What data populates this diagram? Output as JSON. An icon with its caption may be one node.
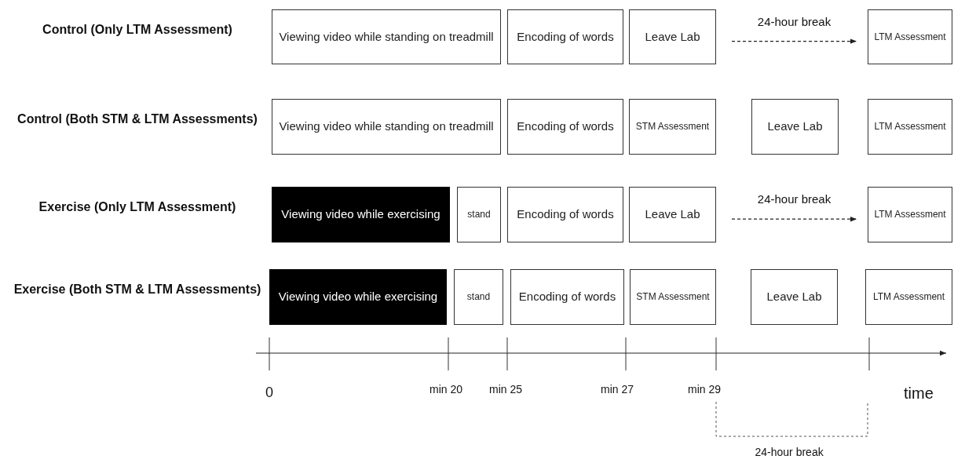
{
  "diagram": {
    "nodes": [
      {
        "text": [
          "Viewing video while standing on treadmill"
        ]
      },
      {
        "text": [
          "Encoding of words"
        ]
      },
      {
        "text": [
          "Leave Lab"
        ]
      },
      {
        "text": [
          "LTM Assessment"
        ]
      },
      {
        "text": [
          "Viewing video while standing on treadmill"
        ]
      },
      {
        "text": [
          "Encoding of words"
        ]
      },
      {
        "text": [
          "STM Assessment"
        ]
      },
      {
        "text": [
          "Leave Lab"
        ]
      },
      {
        "text": [
          "LTM Assessment"
        ]
      },
      {
        "text": [
          "Viewing video while exercising"
        ]
      },
      {
        "text": [
          "stand"
        ]
      },
      {
        "text": [
          "Encoding of words"
        ]
      },
      {
        "text": [
          "Leave Lab"
        ]
      },
      {
        "text": [
          "LTM Assessment"
        ]
      },
      {
        "text": [
          "Viewing video while exercising"
        ]
      },
      {
        "text": [
          "stand"
        ]
      },
      {
        "text": [
          "Encoding of words"
        ]
      },
      {
        "text": [
          "STM Assessment"
        ]
      },
      {
        "text": [
          "Leave Lab"
        ]
      },
      {
        "text": [
          "LTM Assessment"
        ]
      }
    ],
    "edges": [
      {
        "from": 2,
        "to": 3,
        "arrow": "to",
        "label": "24-hour break",
        "style": "dashed"
      },
      {
        "from": 12,
        "to": 13,
        "arrow": "to",
        "label": "24-hour break",
        "style": "dashed"
      }
    ],
    "labels": [
      "Control (Only LTM Assessment)",
      "Control (Both STM & LTM Assessments)",
      "Exercise (Only LTM Assessment)",
      "Exercise (Both STM & LTM Assessments)",
      "0",
      "min 20",
      "min 25",
      "min 27",
      "min 29",
      "time",
      "24-hour break"
    ]
  }
}
